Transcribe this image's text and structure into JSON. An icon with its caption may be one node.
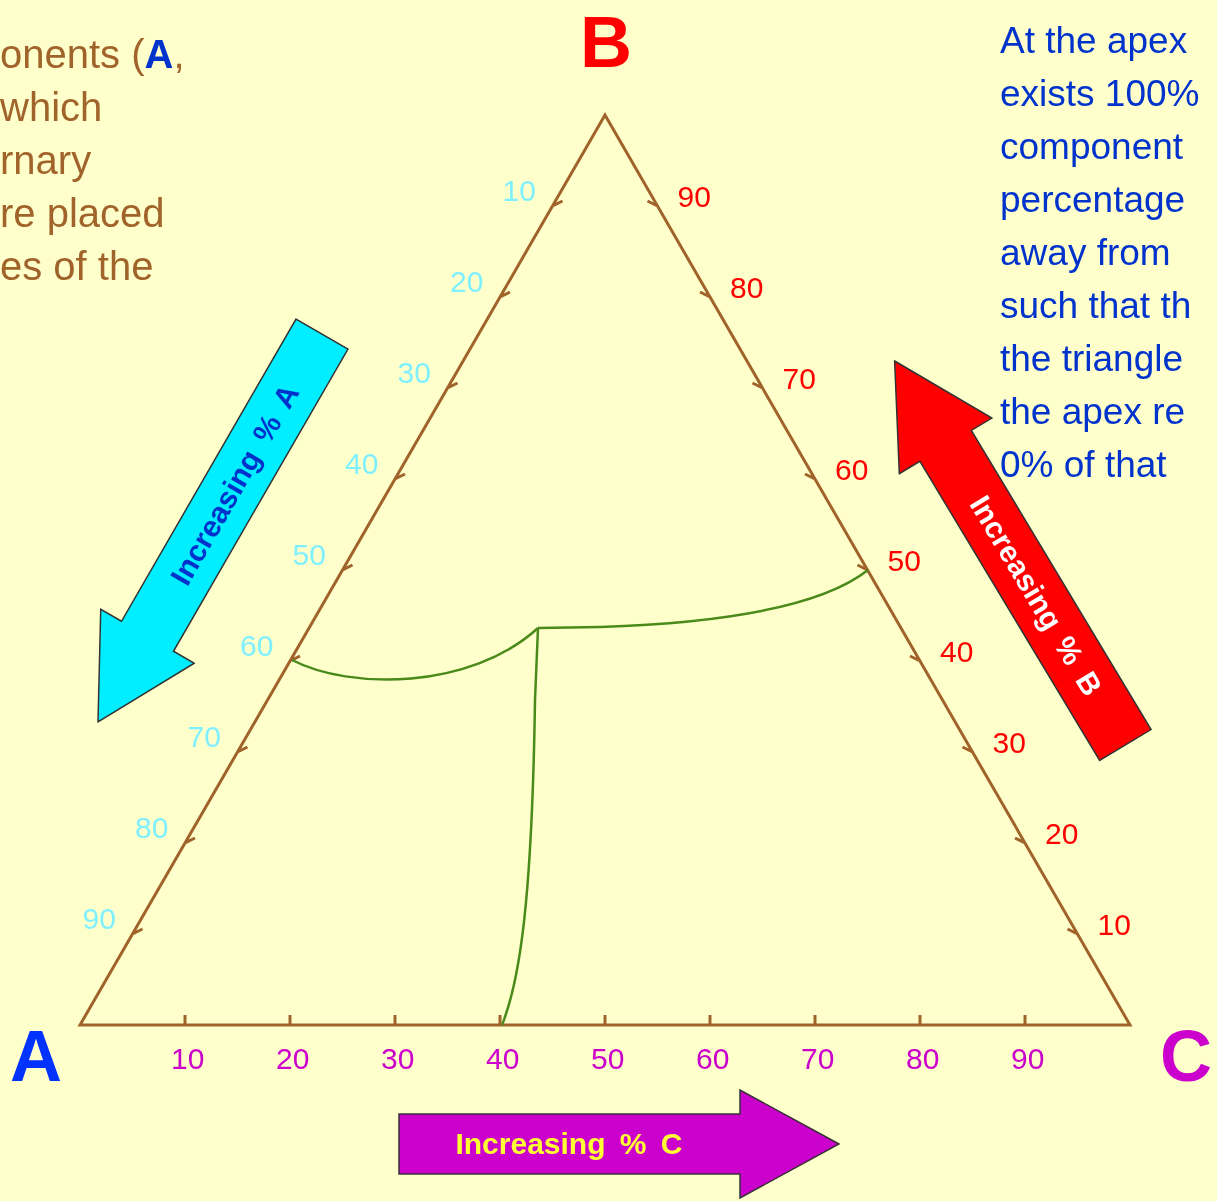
{
  "diagram": {
    "labels": [
      "onents (**A**, which rnary re placed es of the",
      "B",
      "At the apex exists 100% component percentage away from such that th the triangle the apex re 0% of that",
      "10",
      "20",
      "30",
      "40",
      "50",
      "60",
      "70",
      "80",
      "90",
      "90",
      "80",
      "70",
      "60",
      "50",
      "40",
      "30",
      "20",
      "10",
      "Increasing % A",
      "Increasing % B",
      "A",
      "C",
      "10",
      "20",
      "30",
      "40",
      "50",
      "60",
      "70",
      "80",
      "90",
      "Increasing % C"
    ]
  }
}
